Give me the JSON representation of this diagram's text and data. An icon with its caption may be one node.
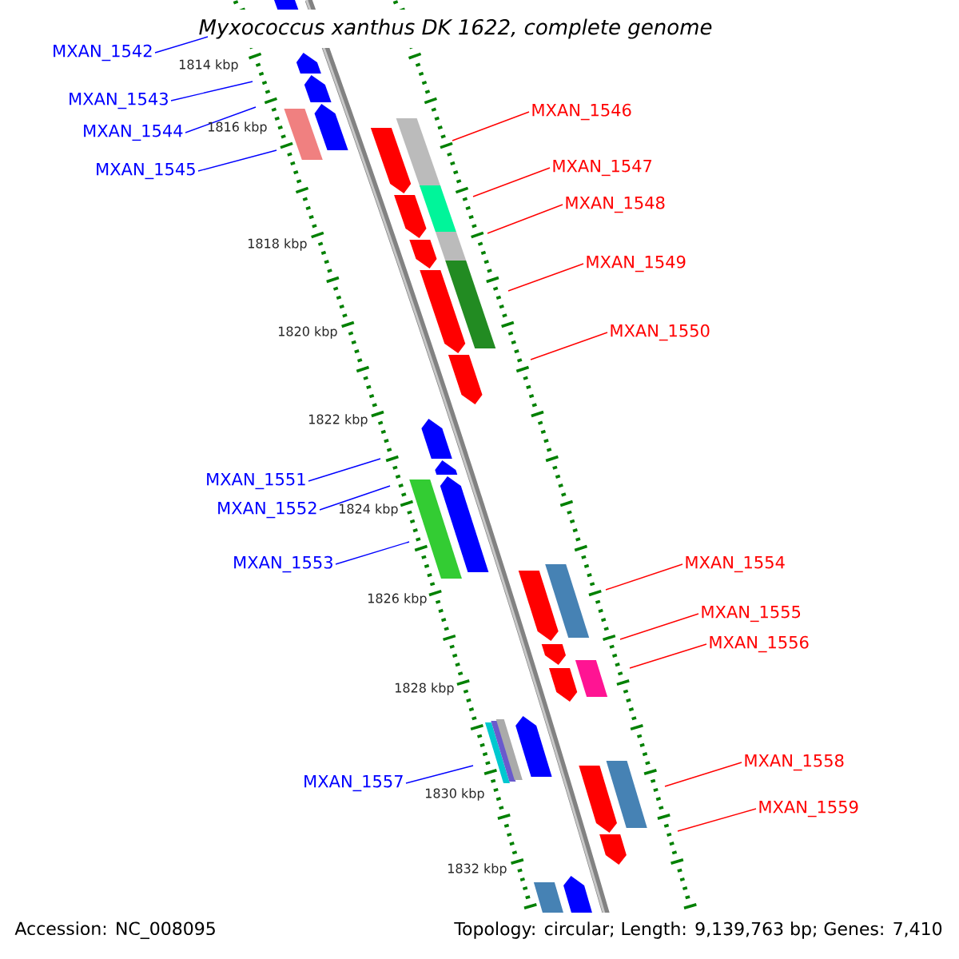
{
  "diagram": {
    "title": "Myxococcus xanthus DK 1622, complete genome",
    "nodes": [
      {
        "text": [
          "MXAN_1542"
        ]
      },
      {
        "text": [
          "MXAN_1543"
        ]
      },
      {
        "text": [
          "MXAN_1544"
        ]
      },
      {
        "text": [
          "MXAN_1545"
        ]
      },
      {
        "text": [
          "MXAN_1546"
        ]
      },
      {
        "text": [
          "MXAN_1547"
        ]
      },
      {
        "text": [
          "MXAN_1548"
        ]
      },
      {
        "text": [
          "MXAN_1549"
        ]
      },
      {
        "text": [
          "MXAN_1550"
        ]
      },
      {
        "text": [
          "MXAN_1551"
        ]
      },
      {
        "text": [
          "MXAN_1552"
        ]
      },
      {
        "text": [
          "MXAN_1553"
        ]
      },
      {
        "text": [
          "MXAN_1554"
        ]
      },
      {
        "text": [
          "MXAN_1555"
        ]
      },
      {
        "text": [
          "MXAN_1556"
        ]
      },
      {
        "text": [
          "MXAN_1557"
        ]
      },
      {
        "text": [
          "MXAN_1558"
        ]
      },
      {
        "text": [
          "MXAN_1559"
        ]
      }
    ],
    "edges": [
      {
        "from": 0,
        "to": null,
        "arrow": "none",
        "color": "#0000ff"
      },
      {
        "from": 1,
        "to": null,
        "arrow": "none",
        "color": "#0000ff"
      },
      {
        "from": 2,
        "to": null,
        "arrow": "none",
        "color": "#0000ff"
      },
      {
        "from": 3,
        "to": null,
        "arrow": "none",
        "color": "#0000ff"
      },
      {
        "from": 4,
        "to": null,
        "arrow": "none"
      },
      {
        "from": 5,
        "to": null,
        "arrow": "none"
      },
      {
        "from": 6,
        "to": null,
        "arrow": "none"
      },
      {
        "from": 7,
        "to": null,
        "arrow": "none"
      },
      {
        "from": 8,
        "to": null,
        "arrow": "none"
      },
      {
        "from": 9,
        "to": null,
        "arrow": "none",
        "color": "#0000ff"
      },
      {
        "from": 10,
        "to": null,
        "arrow": "none",
        "color": "#0000ff"
      },
      {
        "from": 11,
        "to": null,
        "arrow": "none",
        "color": "#0000ff"
      },
      {
        "from": 12,
        "to": null,
        "arrow": "none"
      },
      {
        "from": 13,
        "to": null,
        "arrow": "none"
      },
      {
        "from": 14,
        "to": null,
        "arrow": "none"
      },
      {
        "from": 15,
        "to": null,
        "arrow": "none",
        "color": "#0000ff"
      },
      {
        "from": 16,
        "to": null,
        "arrow": "none"
      },
      {
        "from": 17,
        "to": null,
        "arrow": "none"
      }
    ],
    "labels": [
      "1814 kbp",
      "1816 kbp",
      "1818 kbp",
      "1820 kbp",
      "1822 kbp",
      "1824 kbp",
      "1826 kbp",
      "1828 kbp",
      "1830 kbp",
      "1832 kbp",
      "Accession: NC_008095",
      "Topology: circular; Length: 9,139,763 bp; Genes: 7,410"
    ]
  }
}
